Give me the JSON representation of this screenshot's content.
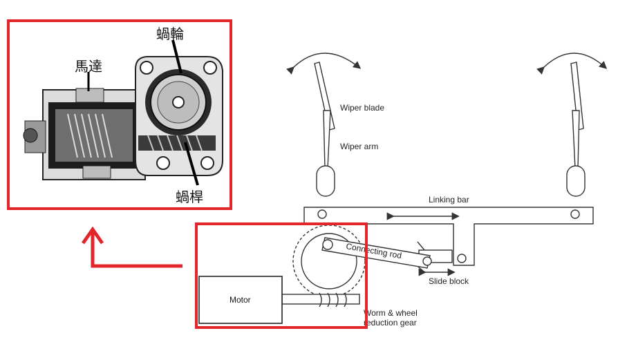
{
  "inset_labels": {
    "worm_wheel": "蝸輪",
    "motor": "馬達",
    "worm": "蝸桿"
  },
  "diagram_labels": {
    "wiper_blade": "Wiper blade",
    "wiper_arm": "Wiper arm",
    "linking_bar": "Linking bar",
    "connecting_rod": "Connecting rod",
    "slide_block": "Slide block",
    "motor": "Motor",
    "gear_line1": "Worm & wheel",
    "gear_line2": "reduction gear"
  },
  "colors": {
    "highlight": "#e3262b",
    "ink": "#333333"
  }
}
